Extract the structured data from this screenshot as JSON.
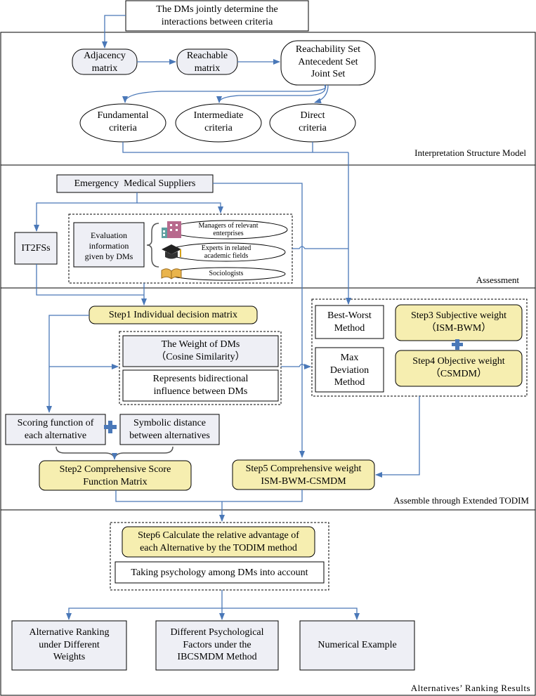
{
  "top_box": "The DMs jointly determine the\ninteractions between criteria",
  "ism": {
    "section_label": "Interpretation Structure Model",
    "adjacency": "Adjacency\nmatrix",
    "reachable": "Reachable\nmatrix",
    "sets": "Reachability Set\nAntecedent Set\nJoint Set",
    "fundamental": "Fundamental\ncriteria",
    "intermediate": "Intermediate\ncriteria",
    "direct": "Direct\ncriteria"
  },
  "assessment": {
    "section_label": "Assessment",
    "suppliers": "Emergency  Medical Suppliers",
    "it2fss": "IT2FSs",
    "eval_info": "Evaluation\ninformation\ngiven by DMs",
    "managers": "Managers of relevant\nenterprises",
    "experts": "Experts in related\nacademic fields",
    "sociologists": "Sociologists"
  },
  "todim": {
    "section_label": "Assemble through Extended TODIM",
    "step1": "Step1 Individual decision matrix",
    "weight_dms": "The Weight of DMs\n（Cosine Similarity）",
    "bidirectional": "Represents bidirectional\ninfluence between DMs",
    "scoring": "Scoring function of\neach alternative",
    "symbolic": "Symbolic distance\nbetween alternatives",
    "step2": "Step2 Comprehensive Score\nFunction Matrix",
    "bwm": "Best-Worst\nMethod",
    "step3": "Step3 Subjective weight\n（ISM-BWM）",
    "max_dev": "Max\nDeviation\nMethod",
    "step4": "Step4 Objective weight\n（CSMDM）",
    "step5": "Step5 Comprehensive weight\nISM-BWM-CSMDM"
  },
  "ranking": {
    "section_label": "Alternatives’ Ranking Results",
    "step6": "Step6 Calculate the relative advantage of\neach Alternative by the TODIM method",
    "psychology": "Taking psychology among DMs into account",
    "alt1": "Alternative Ranking\nunder Different\nWeights",
    "alt2": "Different Psychological\nFactors under the\nIBCSMDM Method",
    "alt3": "Numerical Example"
  },
  "colors": {
    "arrow": "#4a78b8",
    "step_fill": "#f6eeb0",
    "box_fill": "#eeeff5",
    "line": "#000000"
  },
  "icons": [
    "building-icon",
    "graduation-cap-icon",
    "book-icon",
    "plus-icon"
  ]
}
